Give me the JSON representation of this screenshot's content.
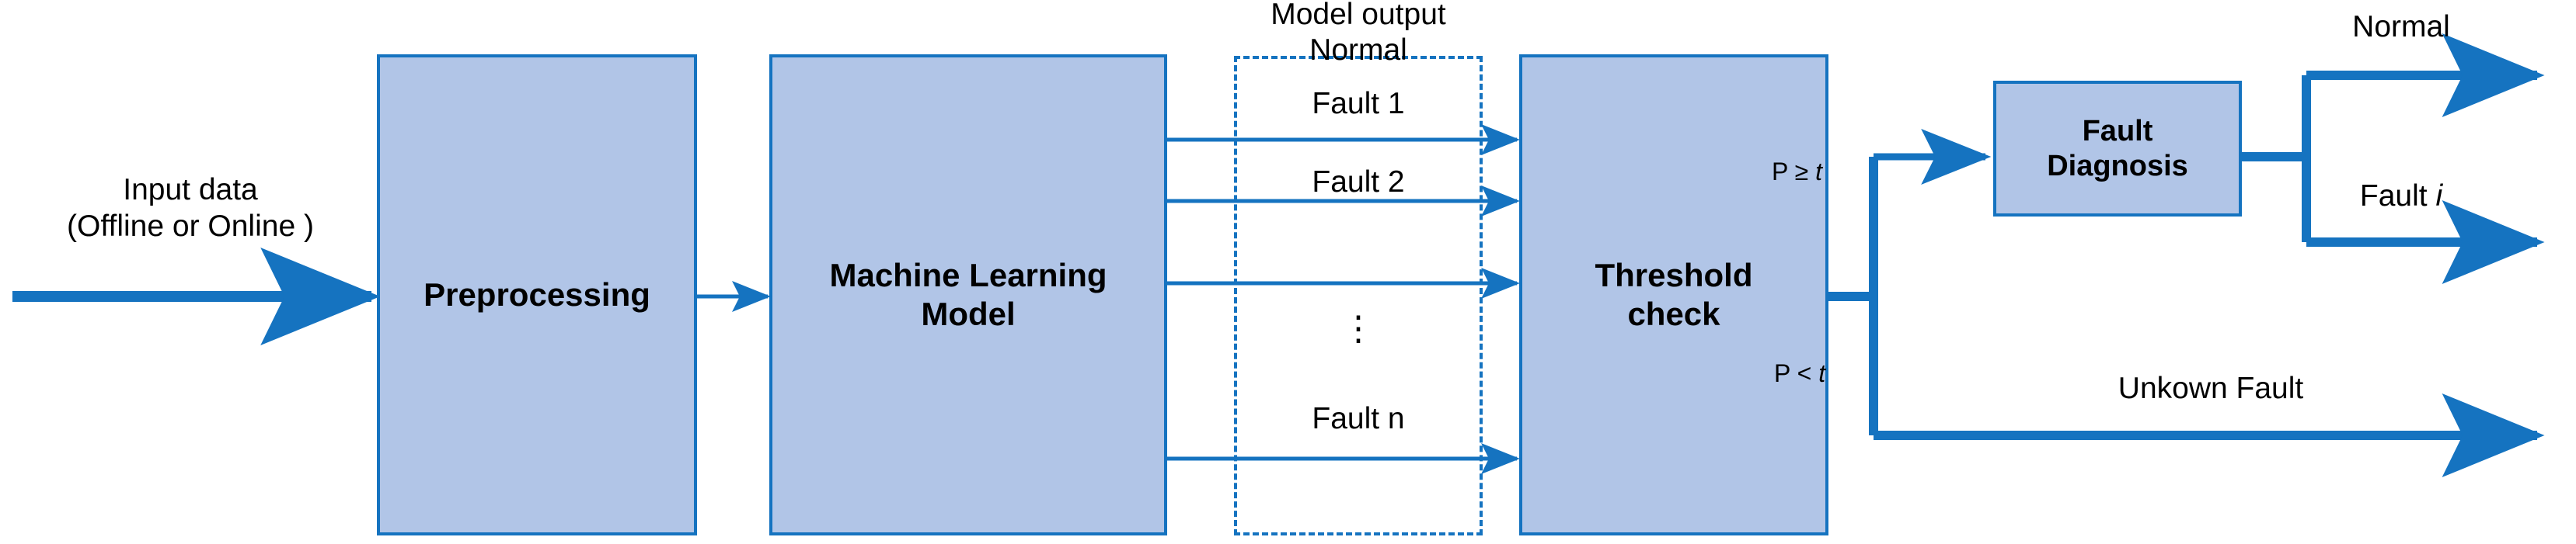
{
  "diagram": {
    "title": "Machine learning fault detection and diagnosis pipeline",
    "colors": {
      "box_fill": "#b1c5e7",
      "box_stroke": "#1573c0",
      "arrow": "#1573c0",
      "text": "#000000"
    },
    "input": {
      "line1": "Input data",
      "line2": "(Offline or Online )"
    },
    "blocks": [
      {
        "id": "preprocessing",
        "label": "Preprocessing"
      },
      {
        "id": "ml-model",
        "label_line1": "Machine Learning",
        "label_line2": "Model"
      },
      {
        "id": "threshold-check",
        "label_line1": "Threshold",
        "label_line2": "check"
      },
      {
        "id": "fault-diagnosis",
        "label_line1": "Fault",
        "label_line2": "Diagnosis"
      }
    ],
    "model_output": {
      "caption": "Model output",
      "classes": [
        "Normal",
        "Fault 1",
        "Fault 2",
        "⋮",
        "Fault n"
      ]
    },
    "branch_labels": {
      "above_threshold": "P ≥ t",
      "above_threshold_var": "t",
      "above_threshold_prefix": "P ≥ ",
      "below_threshold_prefix": "P < ",
      "below_threshold_var": "t",
      "below_threshold": "P < t"
    },
    "outputs": [
      {
        "id": "normal-output",
        "label": "Normal",
        "italic_suffix": ""
      },
      {
        "id": "fault-i-output",
        "prefix": "Fault ",
        "italic_suffix": "i"
      },
      {
        "id": "unknown-fault-output",
        "label": "Unkown Fault",
        "italic_suffix": ""
      }
    ]
  }
}
